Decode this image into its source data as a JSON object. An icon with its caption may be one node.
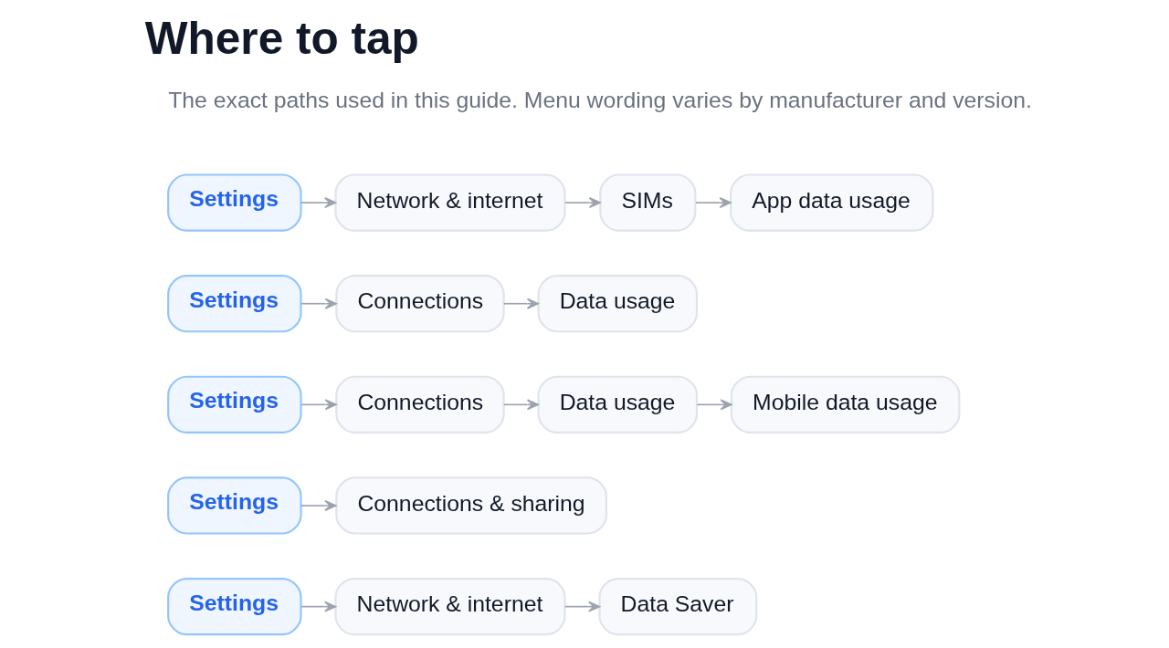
{
  "diagram": {
    "title": "Where to tap",
    "nodes": [
      {
        "text": [
          "Settings"
        ]
      },
      {
        "text": [
          "Network & internet"
        ]
      },
      {
        "text": [
          "SIMs"
        ]
      },
      {
        "text": [
          "App data usage"
        ]
      },
      {
        "text": [
          "Settings"
        ]
      },
      {
        "text": [
          "Connections"
        ]
      },
      {
        "text": [
          "Data usage"
        ]
      },
      {
        "text": [
          "Settings"
        ]
      },
      {
        "text": [
          "Connections"
        ]
      },
      {
        "text": [
          "Data usage"
        ]
      },
      {
        "text": [
          "Mobile data usage"
        ]
      },
      {
        "text": [
          "Settings"
        ]
      },
      {
        "text": [
          "Connections & sharing"
        ]
      },
      {
        "text": [
          "Settings"
        ]
      },
      {
        "text": [
          "Network & internet"
        ]
      },
      {
        "text": [
          "Data Saver"
        ]
      }
    ],
    "edges": [
      {
        "from": 0,
        "to": 1,
        "arrow": "to"
      },
      {
        "from": 1,
        "to": 2,
        "arrow": "to"
      },
      {
        "from": 2,
        "to": 3,
        "arrow": "to"
      },
      {
        "from": 4,
        "to": 5,
        "arrow": "to"
      },
      {
        "from": 5,
        "to": 6,
        "arrow": "to"
      },
      {
        "from": 7,
        "to": 8,
        "arrow": "to"
      },
      {
        "from": 8,
        "to": 9,
        "arrow": "to"
      },
      {
        "from": 9,
        "to": 10,
        "arrow": "to"
      },
      {
        "from": 11,
        "to": 12,
        "arrow": "to"
      },
      {
        "from": 13,
        "to": 14,
        "arrow": "to"
      },
      {
        "from": 14,
        "to": 15,
        "arrow": "to"
      }
    ],
    "labels": [
      "The exact paths used in this guide. Menu wording varies by manufacturer and version."
    ]
  }
}
